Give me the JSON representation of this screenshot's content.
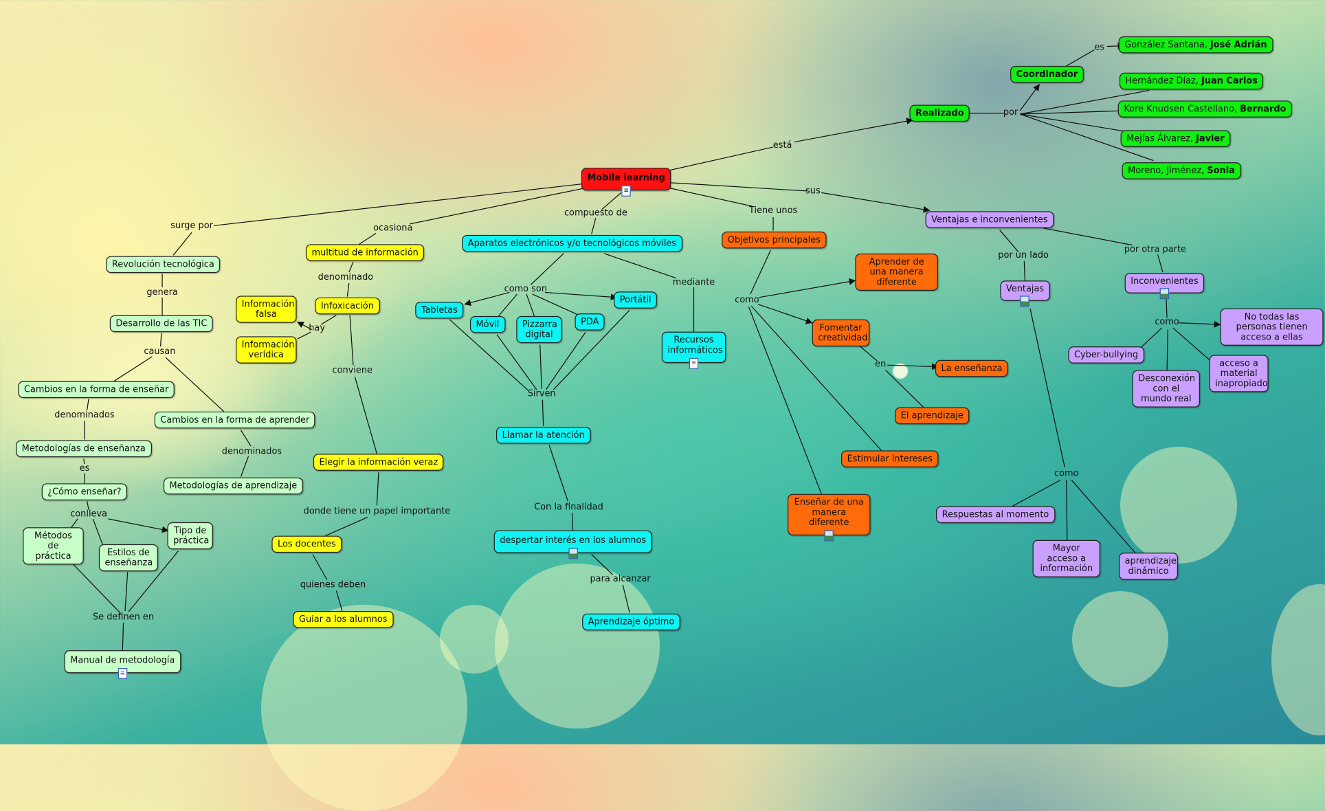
{
  "root": {
    "label": "Mobile learning"
  },
  "authors": {
    "realizado": "Realizado",
    "coordinador": "Coordinador",
    "people": [
      {
        "name": "González Santana, ",
        "bold": "José Adrián"
      },
      {
        "name": "Hernández Díaz, ",
        "bold": "Juan Carlos"
      },
      {
        "name": "Kore Knudsen Castellano, ",
        "bold": "Bernardo"
      },
      {
        "name": "Mejías Álvarez, ",
        "bold": "Javier"
      },
      {
        "name": "Moreno, Jiménez, ",
        "bold": "Sonia"
      }
    ]
  },
  "ventajas": {
    "main": "Ventajas e inconvenientes",
    "ventajas": "Ventajas",
    "inconvenientes": "Inconvenientes",
    "inc_items": [
      "No todas las personas tienen acceso a ellas",
      "Cyber-bullying",
      "Desconexión con el mundo real",
      "acceso a material inapropiado"
    ],
    "vent_items": [
      "Respuestas al momento",
      "Mayor acceso a información",
      "aprendizaje dinámico"
    ]
  },
  "objetivos": {
    "main": "Objetivos principales",
    "items": [
      "Aprender de una manera diferente",
      "Fomentar creatividad",
      "La enseñanza",
      "El aprendizaje",
      "Estimular intereses",
      "Enseñar de una manera diferente"
    ]
  },
  "aparatos": {
    "main": "Aparatos electrónicos y/o tecnológicos móviles",
    "devices": [
      "Tabletas",
      "Móvil",
      "Pizzarra digital",
      "PDA",
      "Portátil"
    ],
    "recursos": "Recursos informáticos",
    "llamar": "Llamar la atención",
    "despertar": "despertar interés en los alumnos",
    "optimo": "Aprendizaje óptimo"
  },
  "info": {
    "multitud": "multitud de información",
    "infoxicacion": "Infoxicación",
    "falsa": "Información falsa",
    "veridica": "Información verídica",
    "elegir": "Elegir la información veraz",
    "docentes": "Los docentes",
    "guiar": "Guiar a los alumnos"
  },
  "revolucion": {
    "revolucion": "Revolución tecnológica",
    "tic": "Desarrollo de las TIC",
    "cambios_ensenar": "Cambios en la forma de enseñar",
    "cambios_aprender": "Cambios en la forma de aprender",
    "met_ensenanza": "Metodologías de enseñanza",
    "met_aprendizaje": "Metodologías de aprendizaje",
    "como_ensenar": "¿Cómo enseñar?",
    "metodos": "Métodos de práctica",
    "estilos": "Estilos de enseñanza",
    "tipo": "Tipo de práctica",
    "manual": "Manual de metodología"
  },
  "links": {
    "esta": "está",
    "por": "por",
    "es": "es",
    "sus": "sus",
    "tiene_unos": "Tiene unos",
    "compuesto_de": "compuesto de",
    "ocasiona": "ocasiona",
    "surge_por": "surge por",
    "por_un_lado": "por un lado",
    "por_otra_parte": "por otra parte",
    "como": "como",
    "en": "en",
    "como_son": "como son",
    "mediante": "mediante",
    "sirven": "Sirven",
    "con_la_finalidad": "Con la finalidad",
    "para_alcanzar": "para alcanzar",
    "denominado": "denominado",
    "hay": "hay",
    "conviene": "conviene",
    "donde": "donde tiene un papel importante",
    "quienes_deben": "quienes deben",
    "genera": "genera",
    "causan": "causan",
    "denominados": "denominados",
    "conlleva": "conlleva",
    "se_definen_en": "Se definen en"
  },
  "colors": {
    "root": "#ff1111",
    "authors": "#11ee11",
    "ventajas": "#c9a0ff",
    "objetivos": "#ff6a0a",
    "aparatos": "#11f2f2",
    "info": "#ffff14",
    "revolucion": "#c8ffc8"
  }
}
